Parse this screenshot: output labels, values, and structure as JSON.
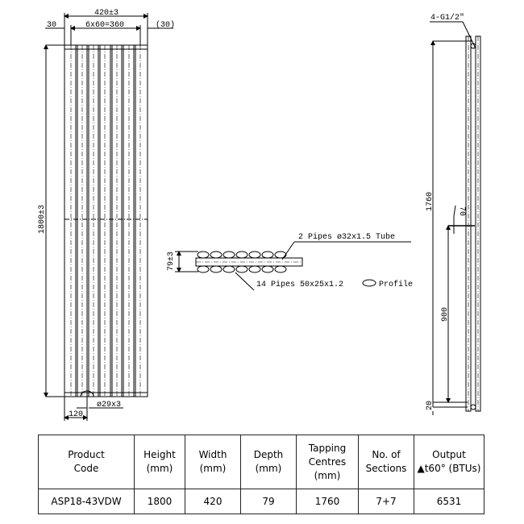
{
  "front_view": {
    "overall_width": "420±3",
    "pitch_label": "6x60=360",
    "left_offset": "30",
    "right_offset": "(30)",
    "height": "1800±3",
    "bottom_offset": "120",
    "outlet_diameter": "ø29x3"
  },
  "section_view": {
    "depth": "79±3",
    "tube_label": "2 Pipes ø32x1.5 Tube",
    "profile_label": "14 Pipes 50x25x1.2",
    "profile_suffix": "Profile"
  },
  "side_view": {
    "connection_label": "4-G1/2\"",
    "tapping_centres": "1760",
    "bracket_height": "900",
    "bracket_offset": "70",
    "bottom_offset": "20"
  },
  "table": {
    "headers": [
      {
        "line1": "Product",
        "line2": "Code",
        "line3": ""
      },
      {
        "line1": "Height",
        "line2": "(mm)",
        "line3": ""
      },
      {
        "line1": "Width",
        "line2": "(mm)",
        "line3": ""
      },
      {
        "line1": "Depth",
        "line2": "(mm)",
        "line3": ""
      },
      {
        "line1": "Tapping",
        "line2": "Centres",
        "line3": "(mm)"
      },
      {
        "line1": "No. of",
        "line2": "Sections",
        "line3": ""
      },
      {
        "line1": "Output",
        "line2": "▲t60° (BTUs)",
        "line3": ""
      }
    ],
    "rows": [
      [
        "ASP18-43VDW",
        "1800",
        "420",
        "79",
        "1760",
        "7+7",
        "6531"
      ]
    ]
  }
}
